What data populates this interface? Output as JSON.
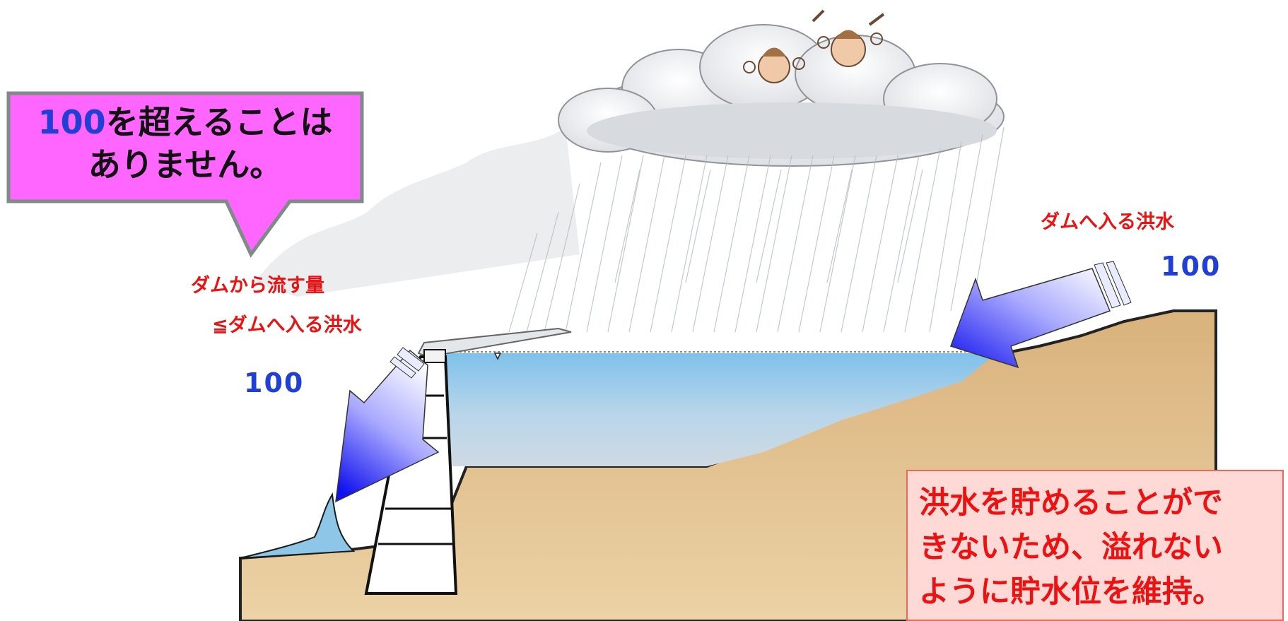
{
  "callout": {
    "number": "100",
    "line1_rest": "を超えることは",
    "line2": "ありません。"
  },
  "outflow": {
    "label_line1": "ダムから流す量",
    "label_line2": "≦ダムへ入る洪水",
    "value": "100"
  },
  "inflow": {
    "label": "ダムへ入る洪水",
    "value": "100"
  },
  "note": {
    "line1": "洪水を貯めることがで",
    "line2": "きないため、溢れない",
    "line3": "ように貯水位を維持。"
  },
  "colors": {
    "callout_bg": "#ff66ff",
    "callout_border": "#7f8c86",
    "label_red": "#ee1111",
    "value_blue": "#1f3fd6",
    "note_bg": "#ffd9d6",
    "note_border": "#e86a5a",
    "water": "#8cc6ea",
    "ground": "#dcb989",
    "arrow_blue": "#2233ee"
  }
}
